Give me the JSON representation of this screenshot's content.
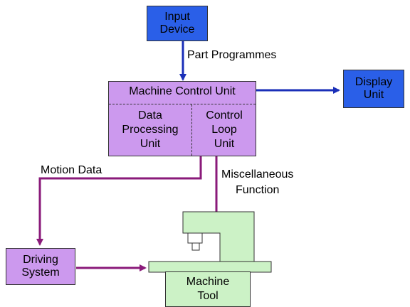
{
  "nodes": {
    "input_device": "Input\nDevice",
    "display_unit": "Display\nUnit",
    "mcu_title": "Machine Control Unit",
    "data_processing": "Data\nProcessing\nUnit",
    "control_loop": "Control\nLoop\nUnit",
    "driving_system": "Driving\nSystem",
    "machine_tool": "Machine\nTool"
  },
  "labels": {
    "part_programmes": "Part Programmes",
    "motion_data": "Motion Data",
    "misc_function": "Miscellaneous\nFunction"
  },
  "colors": {
    "blue_box": "#2a5fe8",
    "blue_arrow": "#1a2fb8",
    "purple_box": "#cc99ee",
    "purple_arrow": "#8a1a7a",
    "green_box": "#ccf2c6"
  }
}
